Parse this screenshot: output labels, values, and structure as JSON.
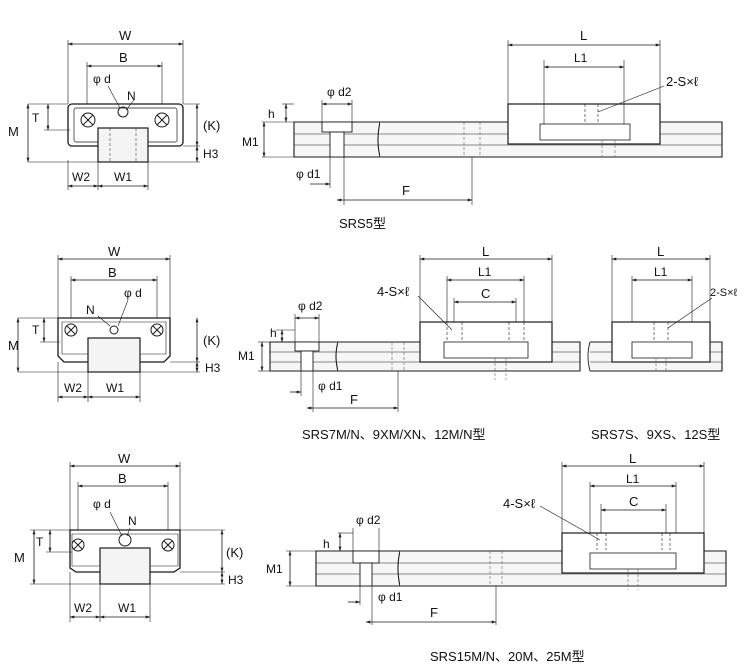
{
  "labels": {
    "W": "W",
    "B": "B",
    "N": "N",
    "T": "T",
    "M": "M",
    "K": "(K)",
    "H3": "H3",
    "W1": "W1",
    "W2": "W2",
    "phi_d": "φ d",
    "phi_d1": "φ d1",
    "phi_d2": "φ d2",
    "h": "h",
    "M1": "M1",
    "F": "F",
    "L": "L",
    "L1": "L1",
    "C": "C",
    "S2": "2-S×ℓ",
    "S4": "4-S×ℓ"
  },
  "captions": {
    "srs5": "SRS5型",
    "srs7m": "SRS7M/N、9XM/XN、12M/N型",
    "srs7s": "SRS7S、9XS、12S型",
    "srs15m": "SRS15M/N、20M、25M型"
  },
  "colors": {
    "line": "#1a1a1a",
    "dim": "#333333",
    "block_fill": "#ffffff",
    "rail_fill": "#f2f2f2",
    "hidden": "#666666"
  }
}
